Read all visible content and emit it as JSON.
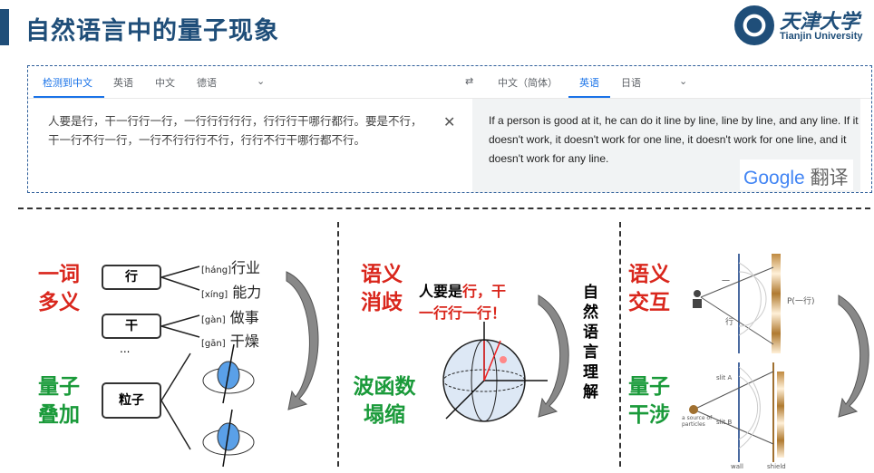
{
  "header": {
    "title": "自然语言中的量子现象",
    "logo_cn": "天津大学",
    "logo_en": "Tianjin University"
  },
  "translate": {
    "source_tabs": [
      "检测到中文",
      "英语",
      "中文",
      "德语"
    ],
    "target_tabs": [
      "中文（简体）",
      "英语",
      "日语"
    ],
    "source_text": "人要是行，干一行行一行，一行行行行行，行行行干哪行都行。要是不行，干一行不行一行，一行不行行行不行，行行不行干哪行都不行。",
    "target_text": "If a person is good at it, he can do it line by line, line by line, and any line. If it doesn't work, it doesn't work for one line, it doesn't work for one line, and it doesn't work for any line.",
    "brand": "Google",
    "brand_suffix": "翻译",
    "icons": {
      "swap": "swap-arrows-icon",
      "clear": "close-icon",
      "dropdown": "chevron-down-icon"
    }
  },
  "panel1": {
    "label_top": "一词多义",
    "label_bottom": "量子叠加",
    "word1": "行",
    "word2": "干",
    "ellipsis": "...",
    "particle": "粒子",
    "senses": [
      {
        "py": "háng",
        "w": "行业"
      },
      {
        "py": "xíng",
        "w": "能力"
      },
      {
        "py": "gàn",
        "w": "做事"
      },
      {
        "py": "gān",
        "w": "干燥"
      }
    ]
  },
  "panel2": {
    "label_top": "语义消歧",
    "label_bottom": "波函数塌缩",
    "quote_black": "人要是",
    "quote_red1": "行，干",
    "quote_red2": "一行行一行！",
    "vertical": "自然语言理解"
  },
  "panel3": {
    "label_top": "语义交互",
    "label_bottom": "量子干涉",
    "lbl_yi": "一",
    "lbl_xing": "行",
    "lbl_p": "P(一行)",
    "slit_a": "slit A",
    "slit_b": "slit B",
    "source": "a source of particles",
    "wall": "wall",
    "shield": "shield"
  }
}
